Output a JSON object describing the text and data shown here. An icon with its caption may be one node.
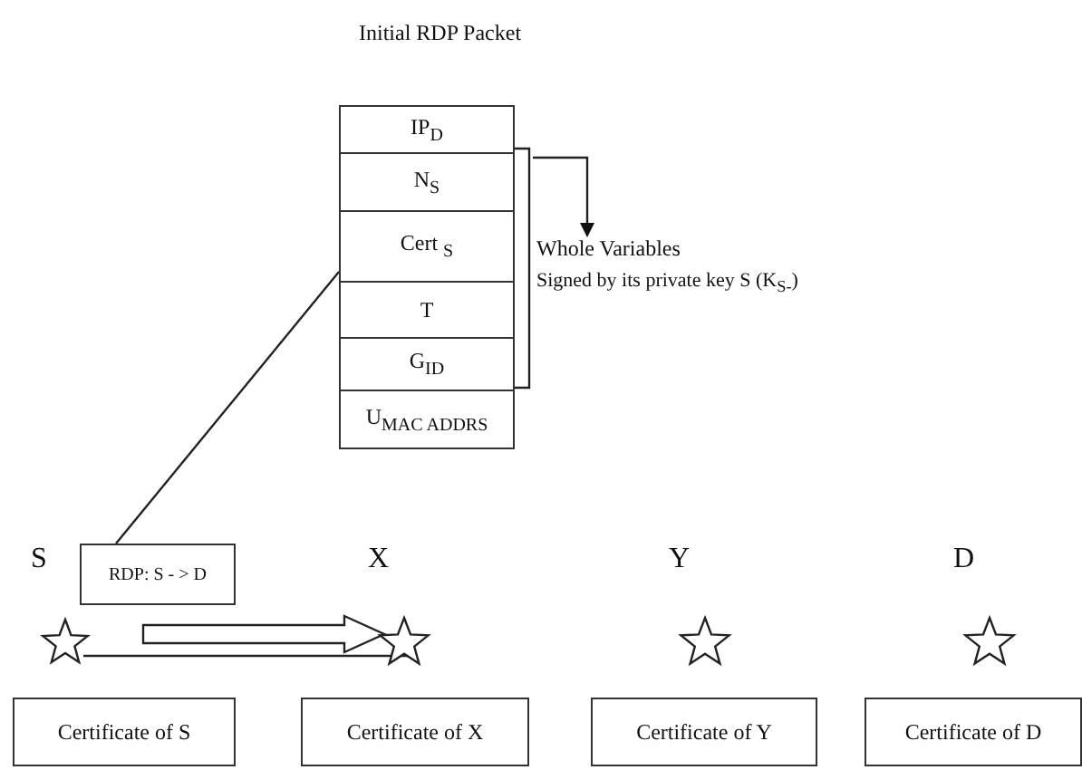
{
  "diagram": {
    "nodes": [
      {
        "text": [
          "Initial RDP Packet"
        ]
      },
      {
        "text": [
          "IP$_{D}$"
        ],
        "in": 0
      },
      {
        "text": [
          "N$_{S}$"
        ],
        "in": 0
      },
      {
        "text": [
          "Cert $_{S}$"
        ],
        "in": 0
      },
      {
        "text": [
          "T"
        ],
        "in": 0
      },
      {
        "text": [
          "G$_{ID}$"
        ],
        "in": 0
      },
      {
        "text": [
          "U$_{MAC ADDRS}$"
        ],
        "in": 0
      },
      {
        "text": [],
        "shape": "bracket"
      },
      {
        "text": [
          "Whole Variables",
          "Signed by its private key S (K$_{S-}$)"
        ]
      },
      {
        "text": [],
        "shape": "star",
        "beside": [
          "S"
        ]
      },
      {
        "text": [
          "RDP: S - > D"
        ]
      },
      {
        "text": [],
        "shape": "star",
        "beside": [
          "X"
        ]
      },
      {
        "text": [],
        "shape": "star",
        "beside": [
          "Y"
        ]
      },
      {
        "text": [],
        "shape": "star",
        "beside": [
          "D"
        ]
      },
      {
        "text": [
          "Certificate of S"
        ]
      },
      {
        "text": [
          "Certificate of X"
        ]
      },
      {
        "text": [
          "Certificate of Y"
        ]
      },
      {
        "text": [
          "Certificate of D"
        ]
      }
    ],
    "edges": [
      {
        "from": 7,
        "to": 8,
        "arrow": "to"
      },
      {
        "from": 10,
        "to": 0,
        "arrow": "none"
      },
      {
        "from": 9,
        "to": 11,
        "arrow": "to",
        "style": "thick"
      },
      {
        "from": 9,
        "to": 11,
        "arrow": "none"
      }
    ]
  }
}
